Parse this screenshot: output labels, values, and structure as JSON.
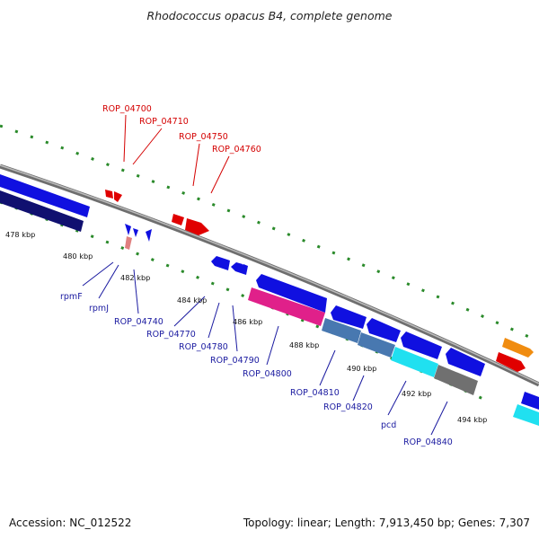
{
  "title": "Rhodococcus opacus B4, complete genome",
  "accession": "Accession: NC_012522",
  "summary": "Topology: linear; Length: 7,913,450 bp; Genes: 7,307",
  "scale_labels": [
    "478 kbp",
    "480 kbp",
    "482 kbp",
    "484 kbp",
    "486 kbp",
    "488 kbp",
    "490 kbp",
    "492 kbp",
    "494 kbp"
  ],
  "top_labels": [
    "ROP_04700",
    "ROP_04710",
    "ROP_04750",
    "ROP_04760"
  ],
  "bottom_labels": [
    "rpmF",
    "rpmJ",
    "ROP_04740",
    "ROP_04770",
    "ROP_04780",
    "ROP_04790",
    "ROP_04800",
    "ROP_04810",
    "ROP_04820",
    "pcd",
    "ROP_04840"
  ],
  "colors": {
    "forward_gene": "#e00000",
    "reverse_gene": "#1010e0",
    "backbone": "#8a8a8a",
    "tick_marks": "#2a8a2a",
    "label_forward": "#d40000",
    "label_reverse": "#1a1aa0",
    "cds_dark_navy": "#101070",
    "cds_magenta": "#e0208a",
    "cds_steelblue": "#4878b0",
    "cds_cyan": "#20e0f0",
    "cds_gray": "#707070",
    "cds_orange": "#f08c10"
  }
}
